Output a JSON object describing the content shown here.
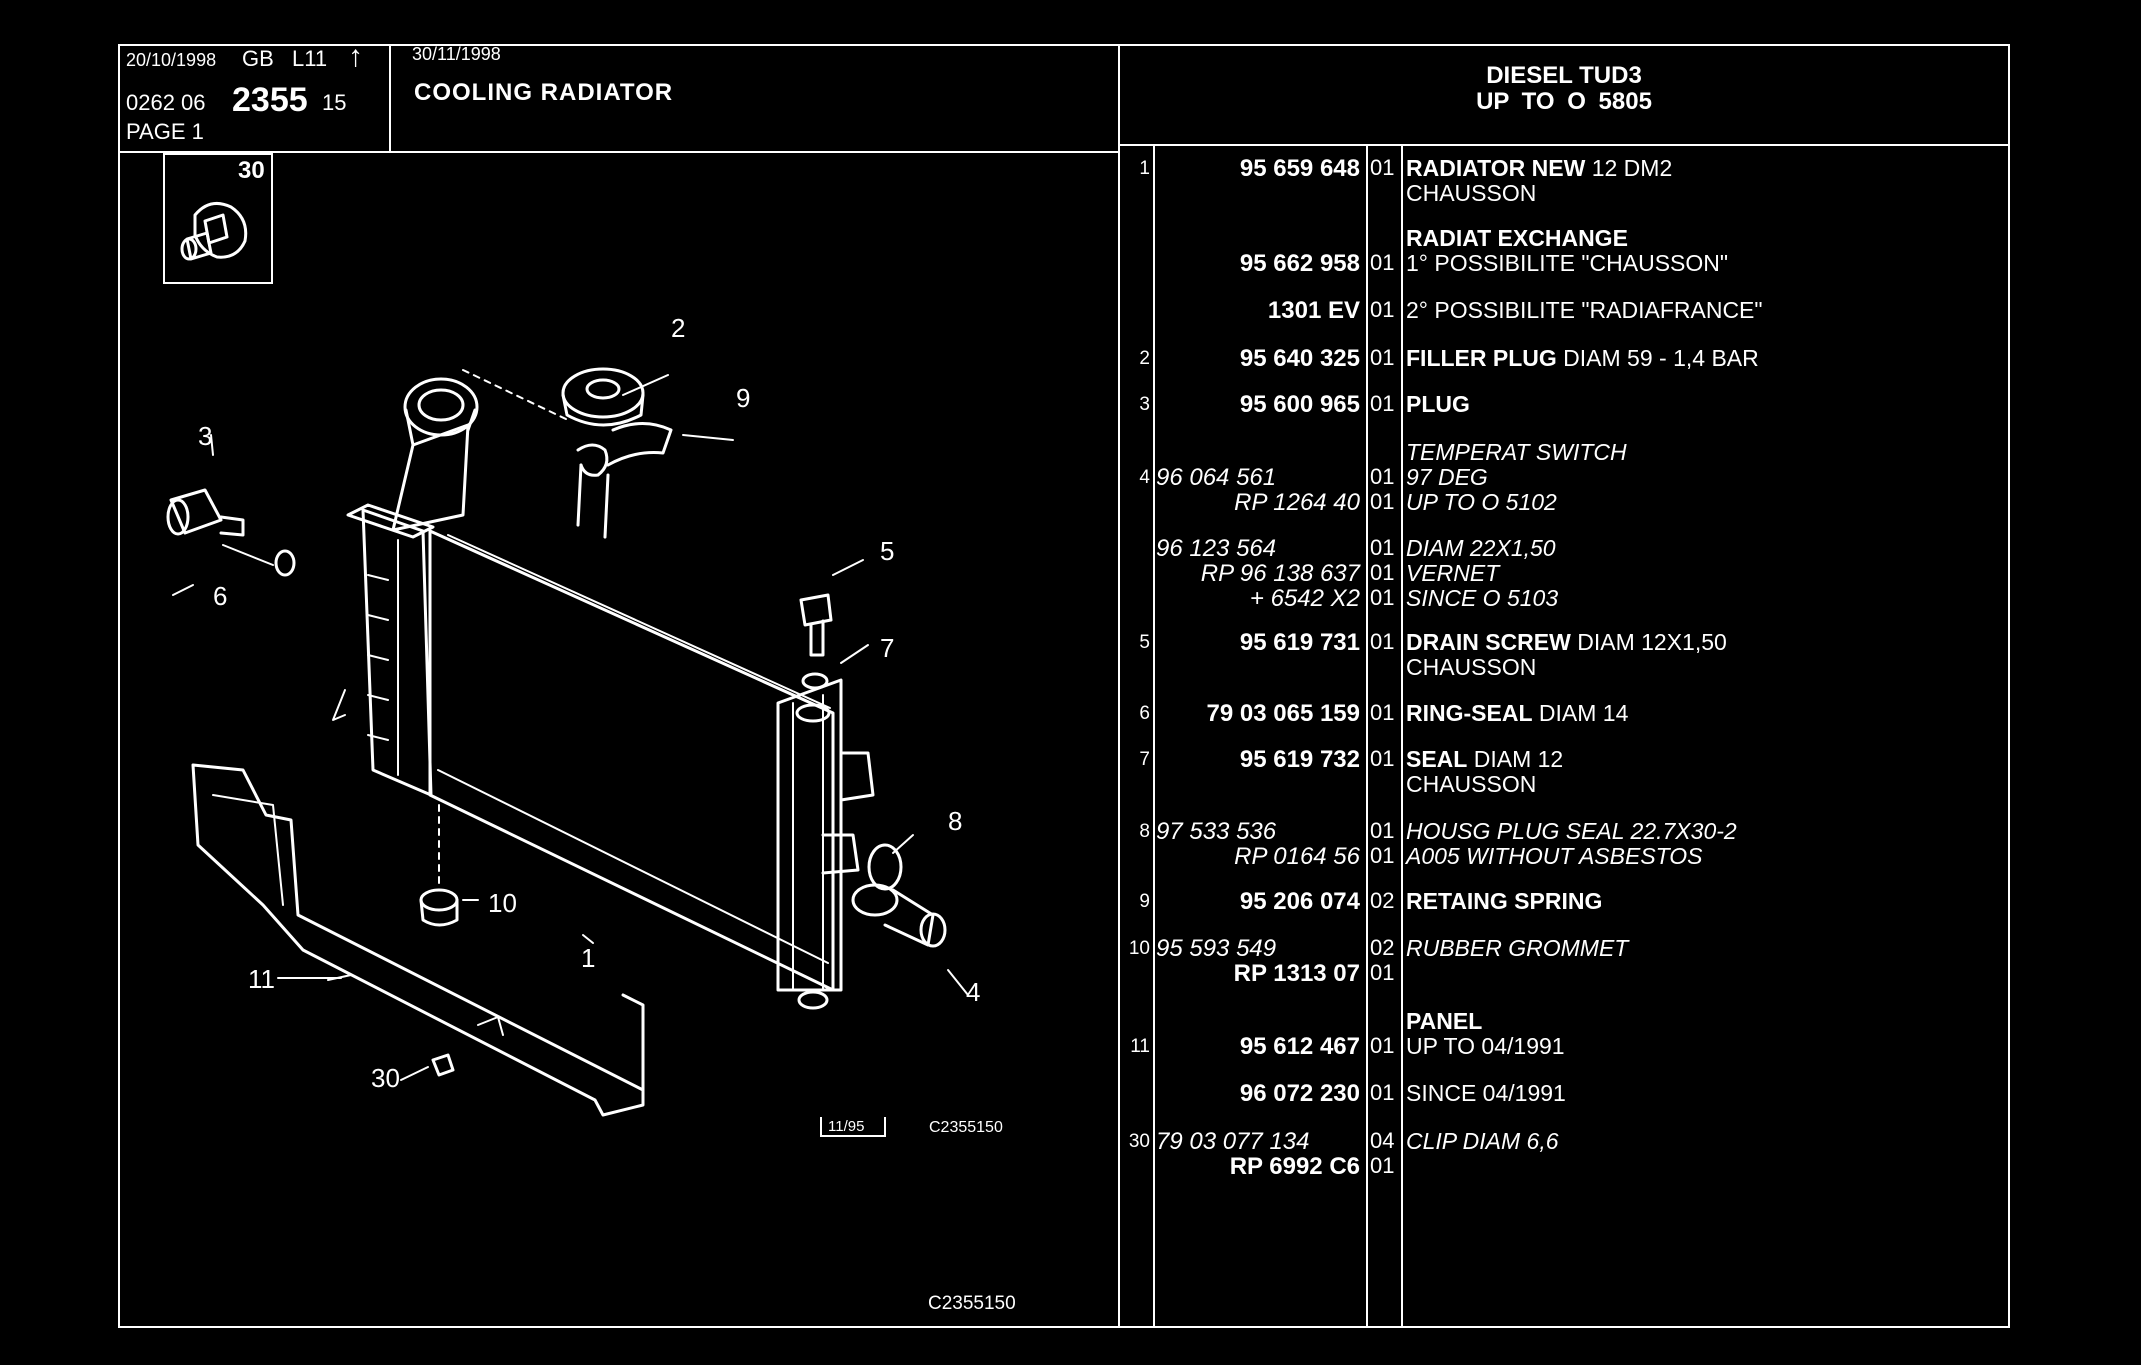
{
  "header": {
    "date_left": "20/10/1998",
    "lang_code": "GB",
    "ref_code": "L11",
    "arrow_glyph": "↑",
    "ref_prefix": "0262 06",
    "ref_main": "2355",
    "ref_suffix": "15",
    "page_label": "PAGE 1",
    "date_right": "30/11/1998",
    "title": "COOLING RADIATOR",
    "engine_line1": "DIESEL TUD3",
    "engine_line2": "UP TO O 5805"
  },
  "inset": {
    "label": "30"
  },
  "diagram": {
    "callouts": [
      "1",
      "2",
      "3",
      "4",
      "5",
      "6",
      "7",
      "8",
      "9",
      "10",
      "11",
      "30"
    ],
    "stamp_date": "11/95",
    "ref_small": "C2355150",
    "ref_bottom": "C2355150"
  },
  "parts": [
    {
      "item": "1",
      "pn": "95 659 648",
      "qty": "01",
      "desc_bold": "RADIATOR NEW",
      "desc": " 12 DM2",
      "italic": false
    },
    {
      "item": "",
      "pn": "",
      "qty": "",
      "desc_bold": "",
      "desc": "CHAUSSON",
      "italic": false
    },
    {
      "item": "",
      "pn": "",
      "qty": "",
      "desc_bold": "RADIAT EXCHANGE",
      "desc": "",
      "italic": false
    },
    {
      "item": "",
      "pn": "95 662 958",
      "qty": "01",
      "desc_bold": "",
      "desc": "1° POSSIBILITE \"CHAUSSON\"",
      "italic": false
    },
    {
      "item": "",
      "pn": "1301 EV",
      "qty": "01",
      "desc_bold": "",
      "desc": "2° POSSIBILITE \"RADIAFRANCE\"",
      "italic": false
    },
    {
      "item": "2",
      "pn": "95 640 325",
      "qty": "01",
      "desc_bold": "FILLER PLUG",
      "desc": " DIAM 59 - 1,4 BAR",
      "italic": false
    },
    {
      "item": "3",
      "pn": "95 600 965",
      "qty": "01",
      "desc_bold": "PLUG",
      "desc": "",
      "italic": false
    },
    {
      "item": "",
      "pn": "",
      "qty": "",
      "desc_bold": "",
      "desc": "TEMPERAT SWITCH",
      "italic": true
    },
    {
      "item": "4",
      "pn": "96 064 561",
      "qty": "01",
      "desc_bold": "",
      "desc": "97 DEG",
      "italic": true
    },
    {
      "item": "",
      "pn": "RP  1264 40",
      "qty": "01",
      "desc_bold": "",
      "desc": "UP TO O 5102",
      "italic": true
    },
    {
      "item": "",
      "pn": "96 123 564",
      "qty": "01",
      "desc_bold": "",
      "desc": "DIAM 22X1,50",
      "italic": true
    },
    {
      "item": "",
      "pn": "RP  96 138 637",
      "qty": "01",
      "desc_bold": "",
      "desc": "VERNET",
      "italic": true
    },
    {
      "item": "",
      "pn": "+  6542 X2",
      "qty": "01",
      "desc_bold": "",
      "desc": "SINCE O 5103",
      "italic": true
    },
    {
      "item": "5",
      "pn": "95 619 731",
      "qty": "01",
      "desc_bold": "DRAIN SCREW",
      "desc": " DIAM 12X1,50",
      "italic": false
    },
    {
      "item": "",
      "pn": "",
      "qty": "",
      "desc_bold": "",
      "desc": "CHAUSSON",
      "italic": false
    },
    {
      "item": "6",
      "pn": "79 03 065 159",
      "qty": "01",
      "desc_bold": "RING-SEAL",
      "desc": " DIAM 14",
      "italic": false
    },
    {
      "item": "7",
      "pn": "95 619 732",
      "qty": "01",
      "desc_bold": "SEAL",
      "desc": " DIAM 12",
      "italic": false
    },
    {
      "item": "",
      "pn": "",
      "qty": "",
      "desc_bold": "",
      "desc": "CHAUSSON",
      "italic": false
    },
    {
      "item": "8",
      "pn": "97 533 536",
      "qty": "01",
      "desc_bold": "",
      "desc": "HOUSG PLUG SEAL 22.7X30-2",
      "italic": true
    },
    {
      "item": "",
      "pn": "RP  0164 56",
      "qty": "01",
      "desc_bold": "",
      "desc": "A005 WITHOUT ASBESTOS",
      "italic": true
    },
    {
      "item": "9",
      "pn": "95 206 074",
      "qty": "02",
      "desc_bold": "RETAING SPRING",
      "desc": "",
      "italic": false
    },
    {
      "item": "10",
      "pn": "95 593 549",
      "qty": "02",
      "desc_bold": "",
      "desc": "RUBBER GROMMET",
      "italic": true
    },
    {
      "item": "",
      "pn": "RP  1313 07",
      "qty": "01",
      "desc_bold": "",
      "desc": "",
      "italic": false
    },
    {
      "item": "",
      "pn": "",
      "qty": "",
      "desc_bold": "PANEL",
      "desc": "",
      "italic": false
    },
    {
      "item": "11",
      "pn": "95 612 467",
      "qty": "01",
      "desc_bold": "",
      "desc": "UP TO 04/1991",
      "italic": false
    },
    {
      "item": "",
      "pn": "96 072 230",
      "qty": "01",
      "desc_bold": "",
      "desc": "SINCE 04/1991",
      "italic": false
    },
    {
      "item": "30",
      "pn": "79 03 077 134",
      "qty": "04",
      "desc_bold": "",
      "desc": "CLIP DIAM 6,6",
      "italic": true
    },
    {
      "item": "",
      "pn": "RP  6992 C6",
      "qty": "01",
      "desc_bold": "",
      "desc": "",
      "italic": false
    }
  ]
}
